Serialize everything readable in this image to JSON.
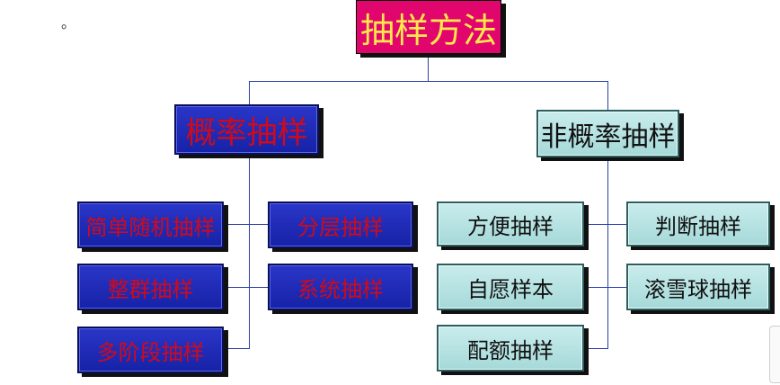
{
  "marker": "。",
  "root": {
    "label": "抽样方法"
  },
  "probability": {
    "label": "概率抽样",
    "leaves": [
      "简单随机抽样",
      "整群抽样",
      "多阶段抽样",
      "分层抽样",
      "系统抽样"
    ]
  },
  "nonprobability": {
    "label": "非概率抽样",
    "leaves": [
      "方便抽样",
      "自愿样本",
      "配额抽样",
      "判断抽样",
      "滚雪球抽样"
    ]
  },
  "colors": {
    "root_fill": "#e0066e",
    "root_text": "#ffe84a",
    "probability_fill": "#1e2bb8",
    "probability_text": "#d10a1a",
    "nonprobability_fill": "#b8e3e3",
    "nonprobability_text": "#111111",
    "connector": "#2b3ea8"
  }
}
